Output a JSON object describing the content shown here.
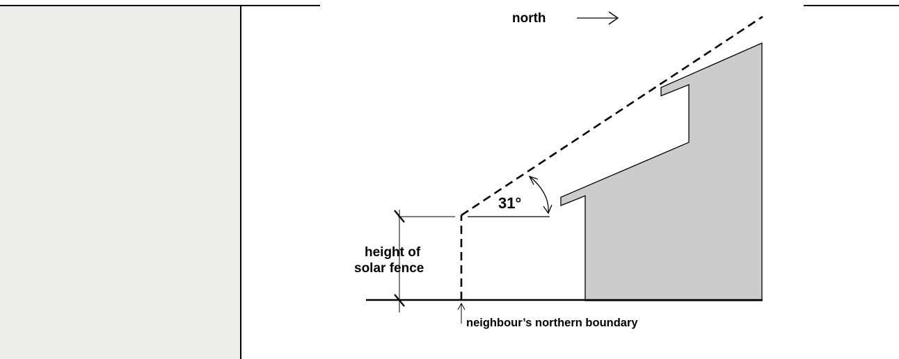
{
  "labels": {
    "north": "north",
    "angle": "31°",
    "height_line1": "height of",
    "height_line2": "solar fence",
    "boundary": "neighbour’s northern boundary"
  },
  "colors": {
    "building_fill": "#cccccc",
    "panel": "#ececeb",
    "line": "#000000"
  }
}
